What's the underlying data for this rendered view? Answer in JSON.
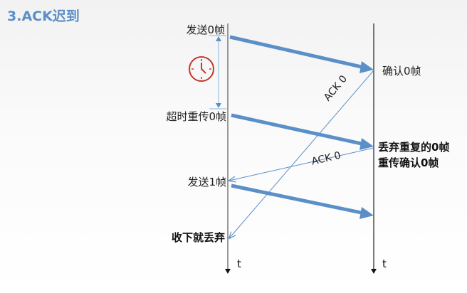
{
  "title": "3.ACK迟到",
  "sender": {
    "labels": [
      "发送0帧",
      "超时重传0帧",
      "发送1帧",
      "收下就丢弃"
    ],
    "axis_label": "t"
  },
  "receiver": {
    "labels": [
      "确认0帧",
      "丢弃重复的0帧",
      "重传确认0帧"
    ],
    "axis_label": "t"
  },
  "acks": [
    "ACK 0",
    "ACK 0"
  ],
  "icons": {
    "timer": "clock-icon"
  },
  "colors": {
    "frame_arrow": "#5b8fc7",
    "ack_line": "#5b8fc7",
    "clock": "#c0392b",
    "title": "#5b8fc7"
  }
}
